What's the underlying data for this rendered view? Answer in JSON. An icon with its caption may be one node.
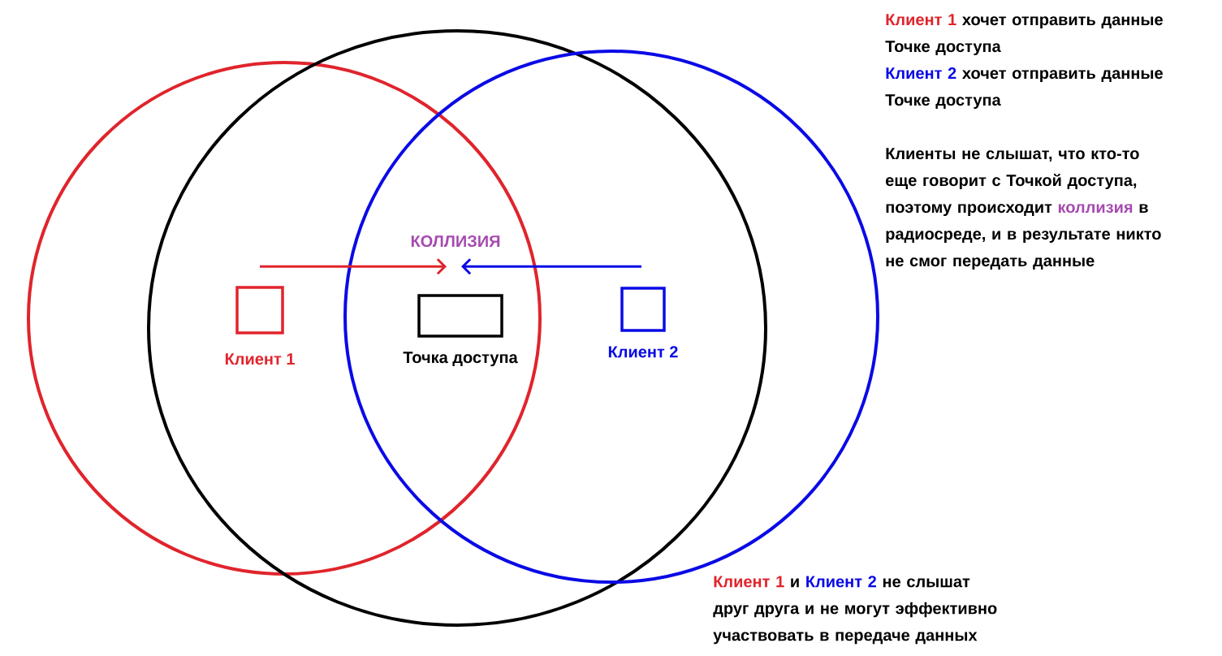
{
  "diagram": {
    "nodes": [
      {
        "text": [
          "Клиент 1"
        ]
      },
      {
        "text": [
          "Точка доступа"
        ]
      },
      {
        "text": [
          "Клиент 2"
        ]
      }
    ],
    "edges": [
      {
        "from": 0,
        "to": 1,
        "arrow": "to",
        "color": "#e0242c"
      },
      {
        "from": 2,
        "to": 1,
        "arrow": "to",
        "color": "#0a0ae6"
      }
    ],
    "labels": [
      "КОЛЛИЗИЯ",
      "Клиент 1",
      "хочет отправить данные Точке доступа",
      "Клиент 2",
      "хочет отправить данные Точке доступа",
      "Клиенты не слышат, что кто-то еще говорит с Точкой доступа, поэтому происходит",
      "коллизия",
      "в радиосреде, и в результате никто не смог передать данные",
      "Клиент 1",
      "и",
      "Клиент 2",
      "не слышат друг друга и не могут эффективно участвовать в передаче данных"
    ]
  }
}
